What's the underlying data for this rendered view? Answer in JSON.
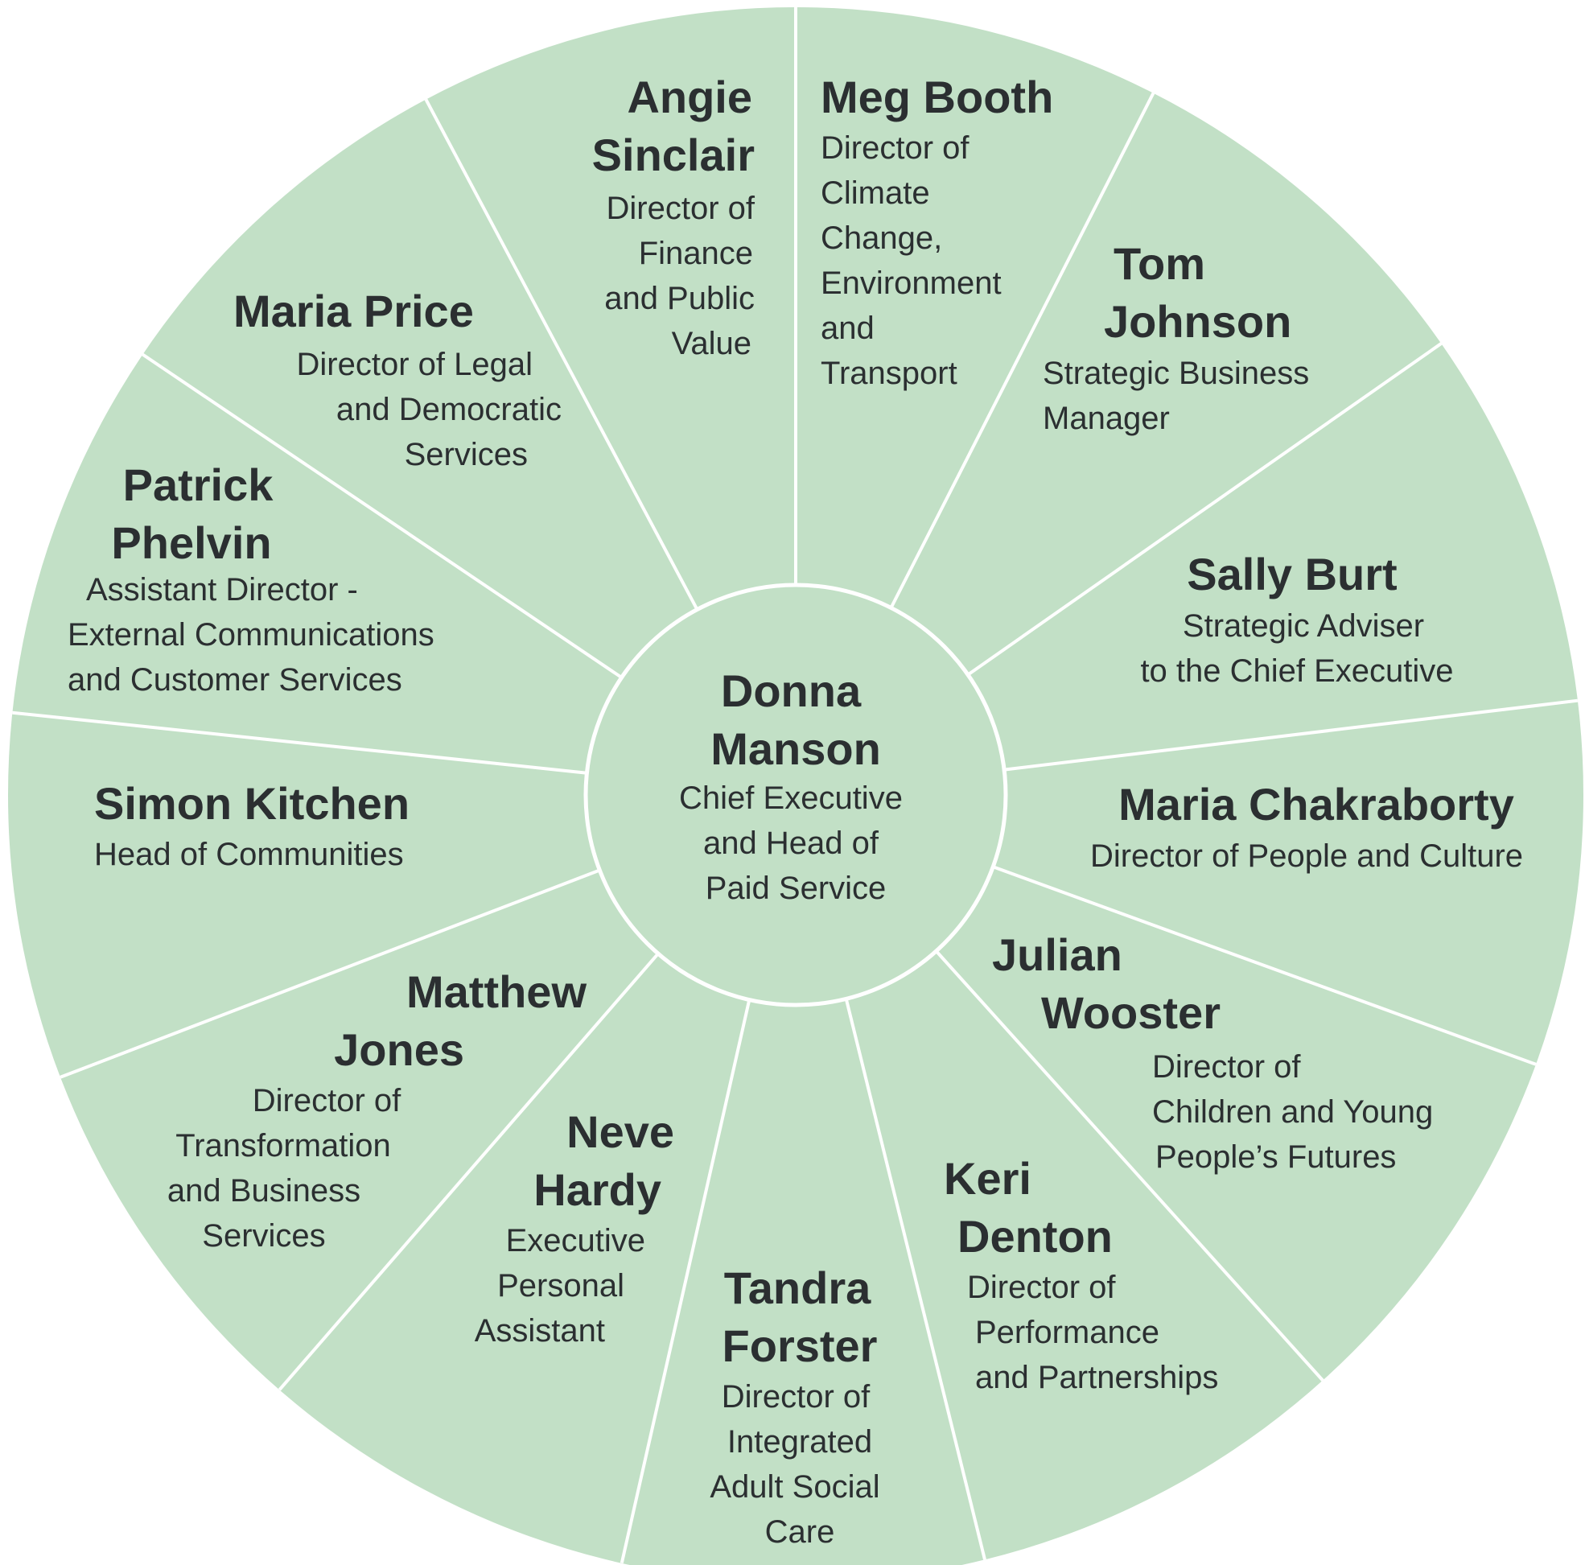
{
  "colors": {
    "fill": "#c2e0c6",
    "lines": "#ffffff",
    "text": "#2b2f31"
  },
  "center": {
    "name": [
      "Donna",
      "Manson"
    ],
    "title": [
      "Chief Executive",
      "and Head of",
      "Paid Service"
    ]
  },
  "people": [
    {
      "name": [
        "Angie",
        "Sinclair"
      ],
      "title": [
        "Director of",
        "Finance",
        "and Public",
        "Value"
      ]
    },
    {
      "name": [
        "Meg Booth"
      ],
      "title": [
        "Director of",
        "Climate",
        "Change,",
        "Environment",
        "and",
        "Transport"
      ]
    },
    {
      "name": [
        "Tom",
        "Johnson"
      ],
      "title": [
        "Strategic Business",
        "Manager"
      ]
    },
    {
      "name": [
        "Sally Burt"
      ],
      "title": [
        "Strategic Adviser",
        "to the Chief Executive"
      ]
    },
    {
      "name": [
        "Maria Chakraborty"
      ],
      "title": [
        "Director of People and Culture"
      ]
    },
    {
      "name": [
        "Julian",
        "Wooster"
      ],
      "title": [
        "Director of",
        "Children and Young",
        "People’s Futures"
      ]
    },
    {
      "name": [
        "Keri",
        "Denton"
      ],
      "title": [
        "Director of",
        "Performance",
        "and Partnerships"
      ]
    },
    {
      "name": [
        "Tandra",
        "Forster"
      ],
      "title": [
        "Director of",
        "Integrated",
        "Adult Social",
        "Care"
      ]
    },
    {
      "name": [
        "Neve",
        "Hardy"
      ],
      "title": [
        "Executive",
        "Personal",
        "Assistant"
      ]
    },
    {
      "name": [
        "Matthew",
        "Jones"
      ],
      "title": [
        "Director of",
        "Transformation",
        "and Business",
        "Services"
      ]
    },
    {
      "name": [
        "Simon Kitchen"
      ],
      "title": [
        "Head of Communities"
      ]
    },
    {
      "name": [
        "Patrick",
        "Phelvin"
      ],
      "title": [
        "Assistant Director -",
        "External Communications",
        "and Customer Services"
      ]
    },
    {
      "name": [
        "Maria Price"
      ],
      "title": [
        "Director of Legal",
        "and Democratic",
        "Services"
      ]
    }
  ]
}
